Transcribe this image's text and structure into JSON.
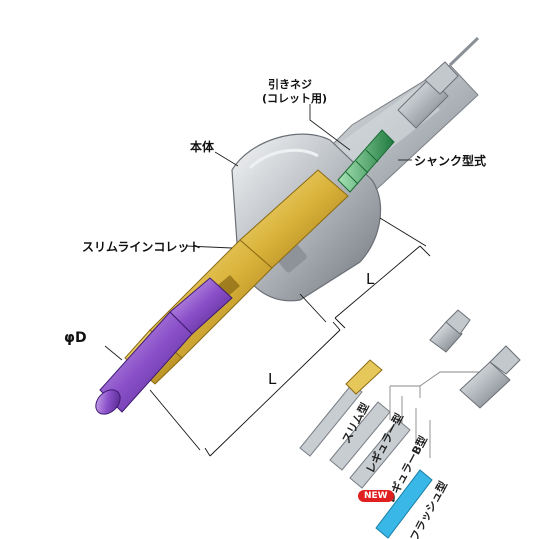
{
  "labels": {
    "pull_stud": "引きネジ",
    "pull_stud_note": "(コレット用)",
    "body": "本体",
    "shank_type": "シャンク型式",
    "slim_line_collet": "スリムラインコレット",
    "phi_d": "φD",
    "L_upper": "L",
    "L_lower": "L"
  },
  "variants": [
    {
      "name": "スリム型",
      "color": "#c8cdd2"
    },
    {
      "name": "レギュラー型",
      "color": "#c8cdd2"
    },
    {
      "name": "レギュラーB型",
      "color": "#c8cdd2"
    },
    {
      "name": "フラッシュ型",
      "color": "#39b7e6"
    }
  ],
  "new_badge": "NEW",
  "colors": {
    "gold": "#d9b23a",
    "purple": "#8a4fc8",
    "green": "#2fa35a",
    "silver": "#9aa0a6"
  }
}
